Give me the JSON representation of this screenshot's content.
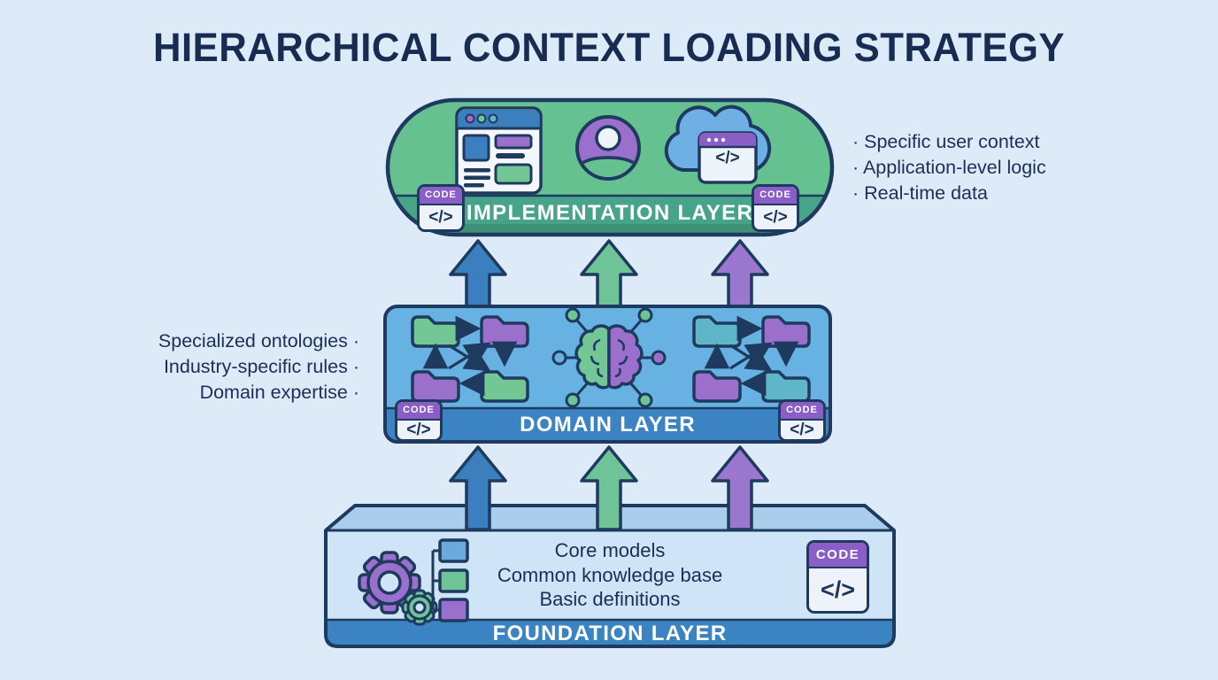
{
  "title": "HIERARCHICAL CONTEXT LOADING STRATEGY",
  "impl": {
    "label": "IMPLEMENTATION LAYER",
    "notes": [
      "· Specific user context",
      "· Application-level logic",
      "· Real-time data"
    ]
  },
  "domain": {
    "label": "DOMAIN LAYER",
    "notes": [
      "Specialized ontologies ·",
      "Industry-specific rules ·",
      "Domain expertise ·"
    ]
  },
  "foundation": {
    "label": "FOUNDATION LAYER",
    "items": [
      "Core models",
      "Common knowledge base",
      "Basic definitions"
    ]
  },
  "badge": {
    "label": "CODE",
    "glyph": "</>"
  },
  "icons": {
    "implementation": [
      "browser-window-icon",
      "user-icon",
      "cloud-code-icon"
    ],
    "domain": [
      "folder-network-icon",
      "brain-icon",
      "folder-network-icon"
    ],
    "foundation": [
      "gears-icon",
      "code-window-badge"
    ]
  },
  "colors": {
    "background": "#ddeaf8",
    "outline": "#1e3a5f",
    "text": "#1c2e55",
    "implementation_green": "#66c191",
    "implementation_band": "#47a489",
    "domain_blue": "#67b2e2",
    "band_blue": "#3b83c2",
    "foundation_light": "#cfe4f7",
    "foundation_top": "#aacdec",
    "arrow_blue": "#3b7fbf",
    "arrow_green": "#6fc497",
    "arrow_purple": "#9c77cf",
    "folder_green": "#72c795",
    "folder_purple": "#9a70cc",
    "folder_teal": "#5fb6c8",
    "badge_purple": "#8a5ec6"
  }
}
